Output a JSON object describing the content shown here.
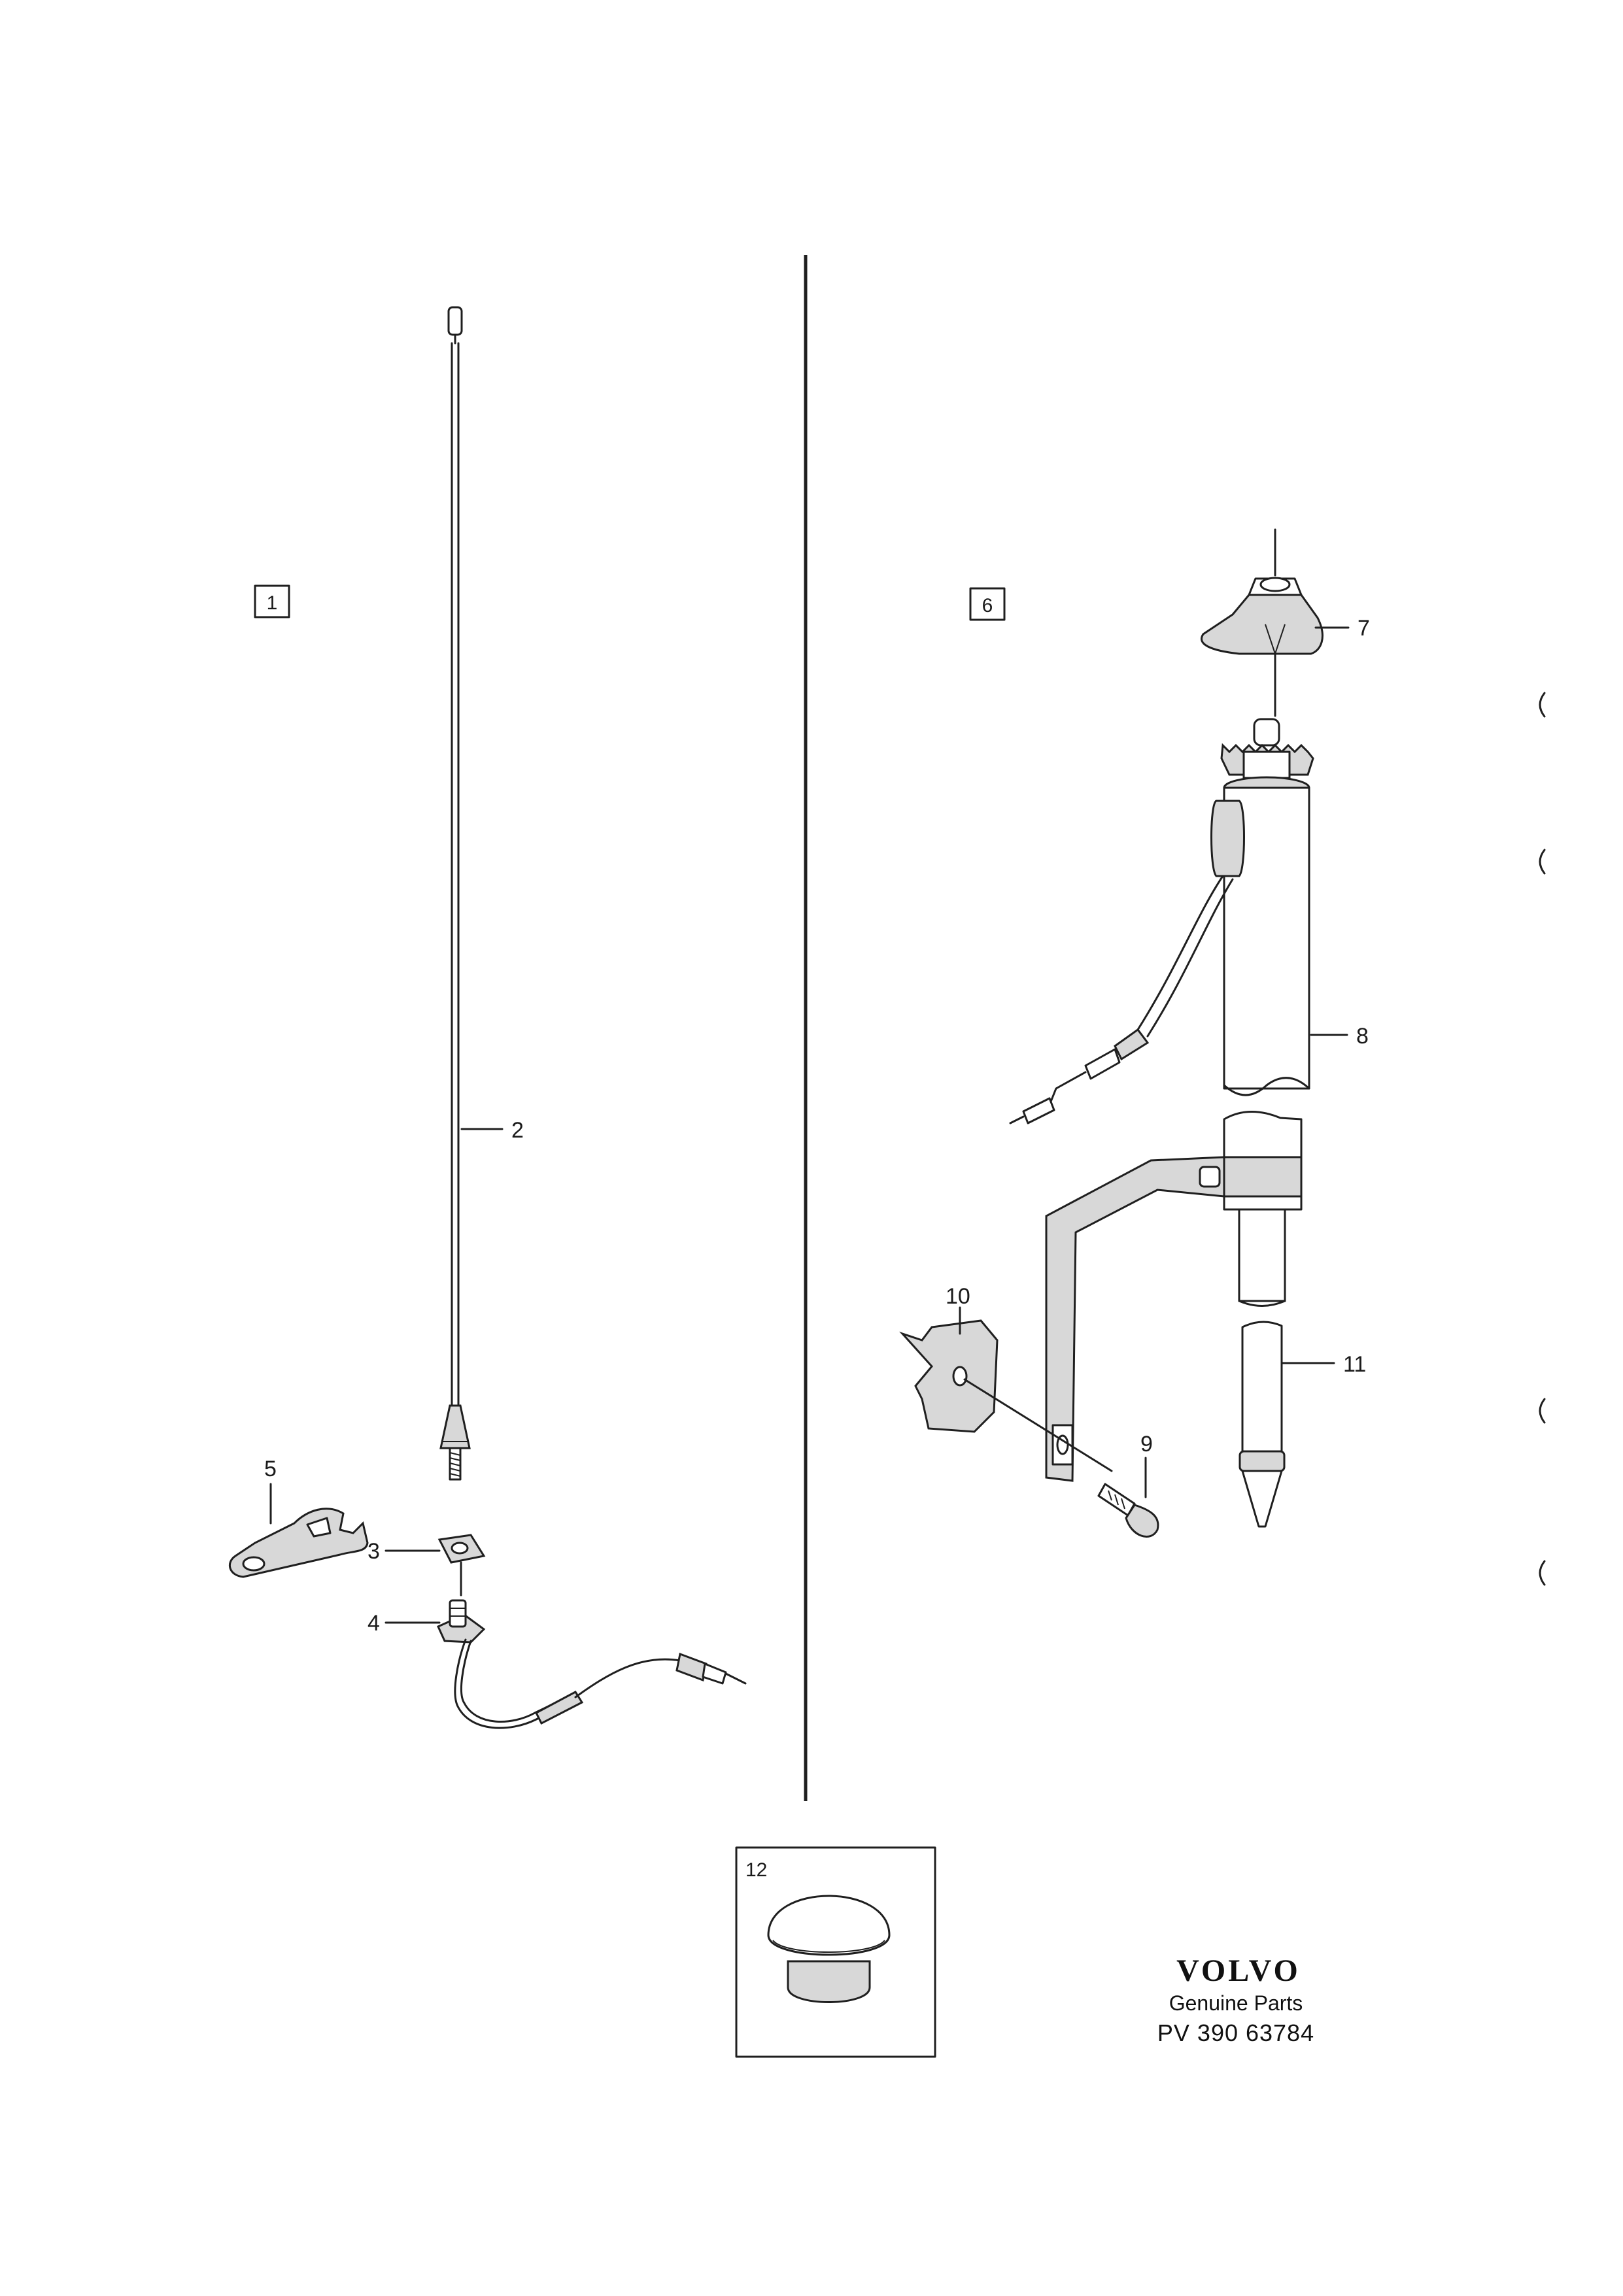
{
  "group_labels": {
    "group_1": "1",
    "group_6": "6"
  },
  "callouts": {
    "c2": "2",
    "c3": "3",
    "c4": "4",
    "c5": "5",
    "c7": "7",
    "c8": "8",
    "c9": "9",
    "c10": "10",
    "c11": "11",
    "c12": "12"
  },
  "brand": {
    "name": "VOLVO",
    "subtitle": "Genuine Parts",
    "part_number": "PV  390  63784"
  },
  "colors": {
    "ink": "#1f1f1f",
    "paper": "#ffffff"
  }
}
